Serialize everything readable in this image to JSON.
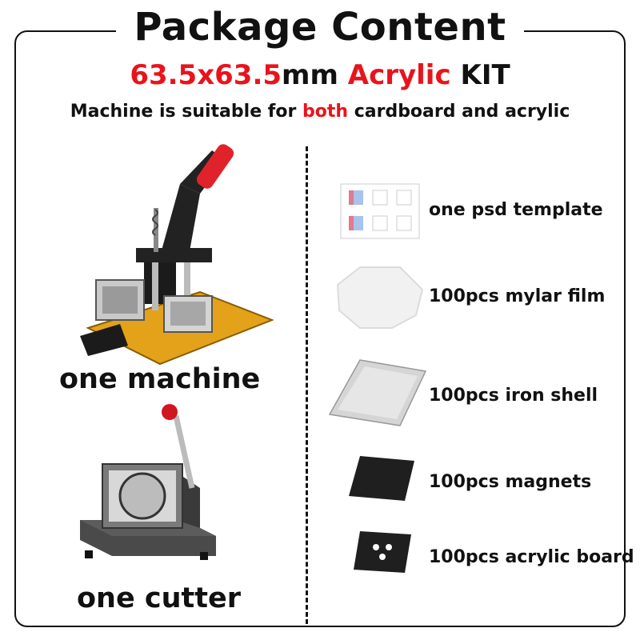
{
  "header": {
    "title": "Package Content",
    "subtitle_size": "63.5x63.5",
    "subtitle_unit": "mm",
    "subtitle_material": "Acrylic",
    "subtitle_kit": "KIT",
    "note_before": "Machine is suitable for",
    "note_highlight": "both",
    "note_after": "cardboard and acrylic"
  },
  "left_items": [
    {
      "label": "one machine",
      "icon": "button-press-machine-icon"
    },
    {
      "label": "one cutter",
      "icon": "paper-cutter-icon"
    }
  ],
  "right_items": [
    {
      "label": "one psd template",
      "icon": "template-sheet-icon"
    },
    {
      "label": "100pcs mylar film",
      "icon": "mylar-film-icon"
    },
    {
      "label": "100pcs iron shell",
      "icon": "iron-shell-icon"
    },
    {
      "label": "100pcs magnets",
      "icon": "magnet-sheet-icon"
    },
    {
      "label": "100pcs acrylic board",
      "icon": "acrylic-board-icon"
    }
  ],
  "colors": {
    "accent": "#e8141c",
    "text": "#111111",
    "machine_base": "#e3a21a"
  }
}
